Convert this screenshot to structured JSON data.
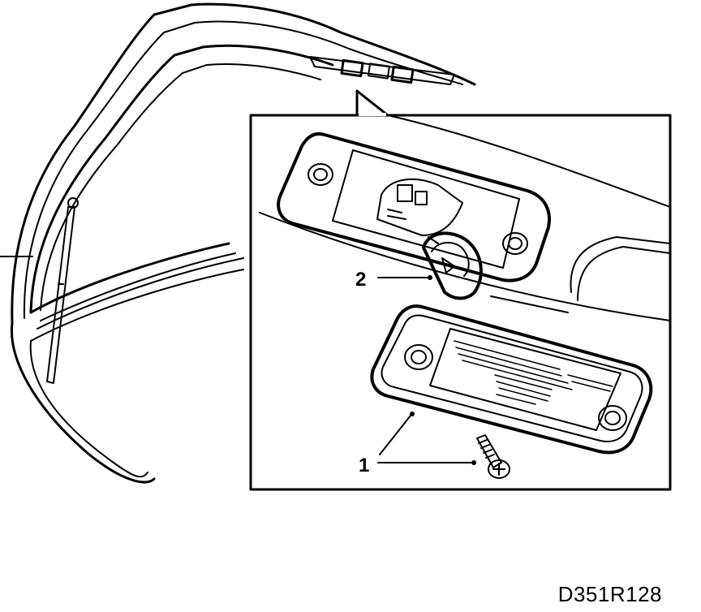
{
  "callouts": [
    {
      "number": "1",
      "part": "lamp-lens"
    },
    {
      "number": "2",
      "part": "bulb"
    }
  ],
  "reference_code": "D351R128",
  "colors": {
    "line": "#000000",
    "background": "#ffffff"
  }
}
